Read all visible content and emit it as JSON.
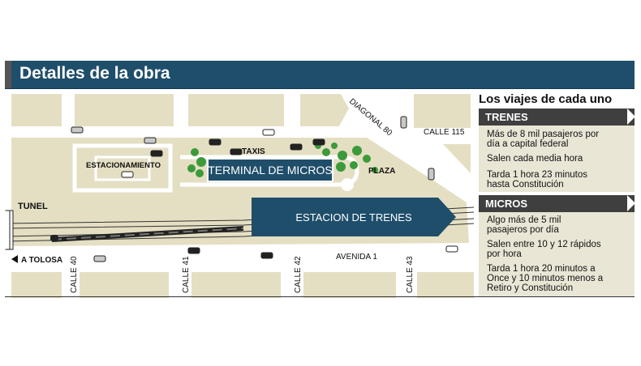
{
  "header": {
    "title": "Detalles de la obra"
  },
  "map": {
    "labels": {
      "diagonal": "DIAGONAL 80",
      "calle115": "CALLE 115",
      "taxis": "TAXIS",
      "estacionamiento": "ESTACIONAMIENTO",
      "terminal": "TERMINAL DE MICROS",
      "plaza": "PLAZA",
      "tunel": "TUNEL",
      "estacion": "ESTACION DE TRENES",
      "tolosa": "A TOLOSA",
      "avenida1": "AVENIDA 1",
      "calle40": "CALLE 40",
      "calle41": "CALLE 41",
      "calle42": "CALLE 42",
      "calle43": "CALLE 43"
    },
    "icons": [
      "car-icon",
      "tree-icon",
      "train-icon",
      "arrow-left-icon"
    ],
    "colors": {
      "block": "#e4dfc3",
      "road": "#ffffff",
      "terminal": "#1f4e6b",
      "trees": "#3d9a3a",
      "tracks": "#333333"
    }
  },
  "panel": {
    "title": "Los viajes de cada uno",
    "trenes": {
      "heading": "TRENES",
      "items": [
        [
          "Más de 8 mil pasajeros por",
          "día a capital federal"
        ],
        [
          "Salen cada media hora"
        ],
        [
          "Tarda 1 hora 23 minutos",
          "hasta Constitución"
        ]
      ]
    },
    "micros": {
      "heading": "MICROS",
      "items": [
        [
          "Algo más de 5 mil",
          "pasajeros por día"
        ],
        [
          "Salen entre 10 y 12 rápidos",
          "por hora"
        ],
        [
          "Tarda 1 hora 20 minutos a",
          "Once y 10 minutos menos a",
          "Retiro y Constitución"
        ]
      ]
    }
  }
}
